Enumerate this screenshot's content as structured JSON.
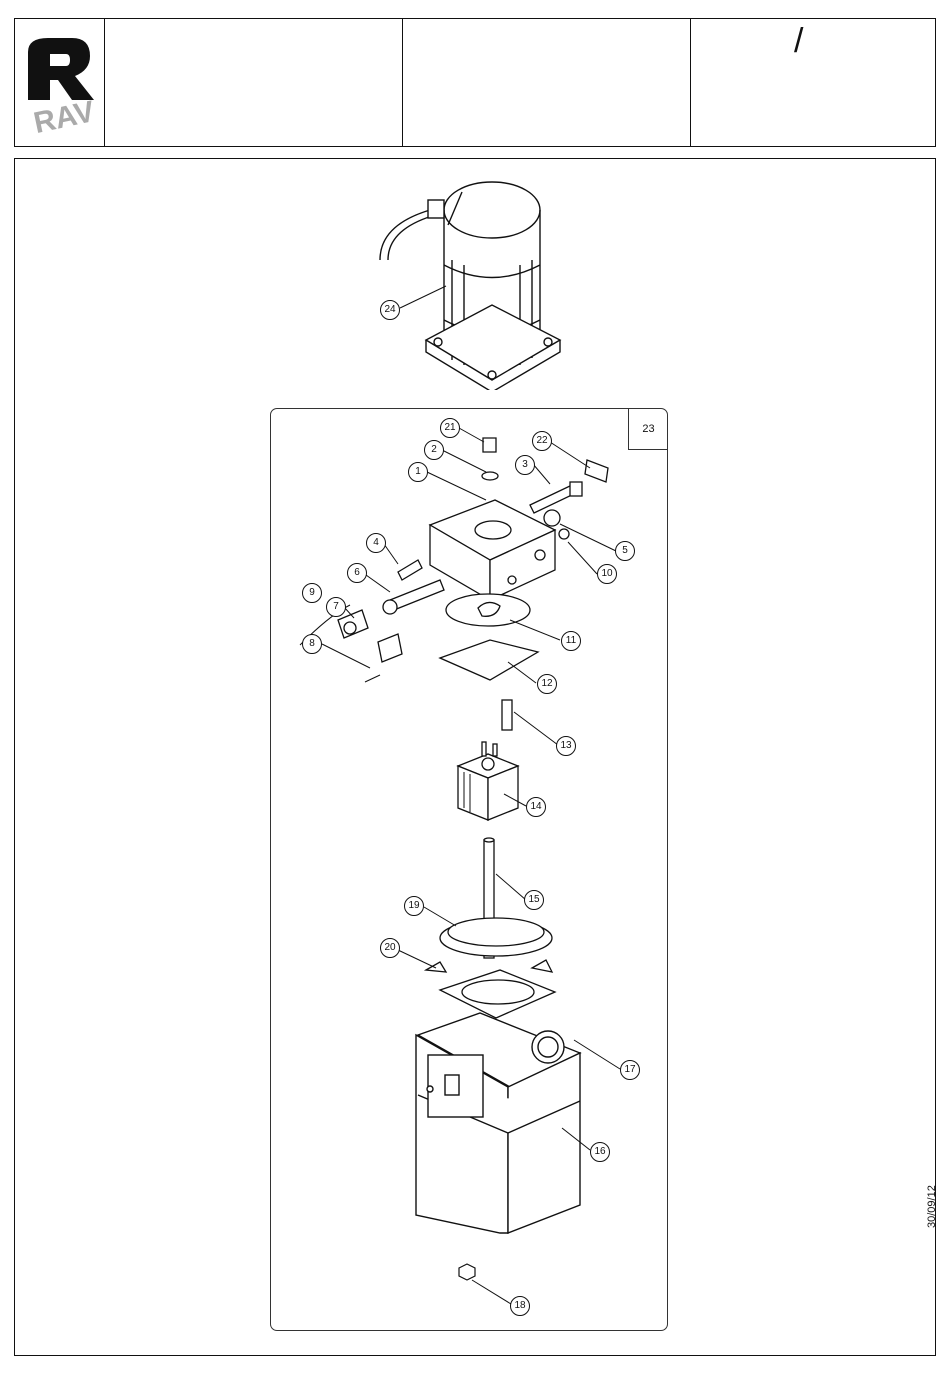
{
  "header": {
    "logo_text": "RAV",
    "title_cell": "",
    "middle_cell": "",
    "right_cell_mark": "/"
  },
  "panel": {
    "tab_label": "23"
  },
  "footer": {
    "date": "30/09/12"
  },
  "callouts": [
    "1",
    "2",
    "3",
    "4",
    "5",
    "6",
    "7",
    "8",
    "9",
    "10",
    "11",
    "12",
    "13",
    "14",
    "15",
    "16",
    "17",
    "18",
    "19",
    "20",
    "21",
    "22",
    "24"
  ],
  "icons": [
    "rav-logo-icon",
    "motor-drawing",
    "manifold-drawing",
    "pump-drawing",
    "tank-drawing"
  ]
}
